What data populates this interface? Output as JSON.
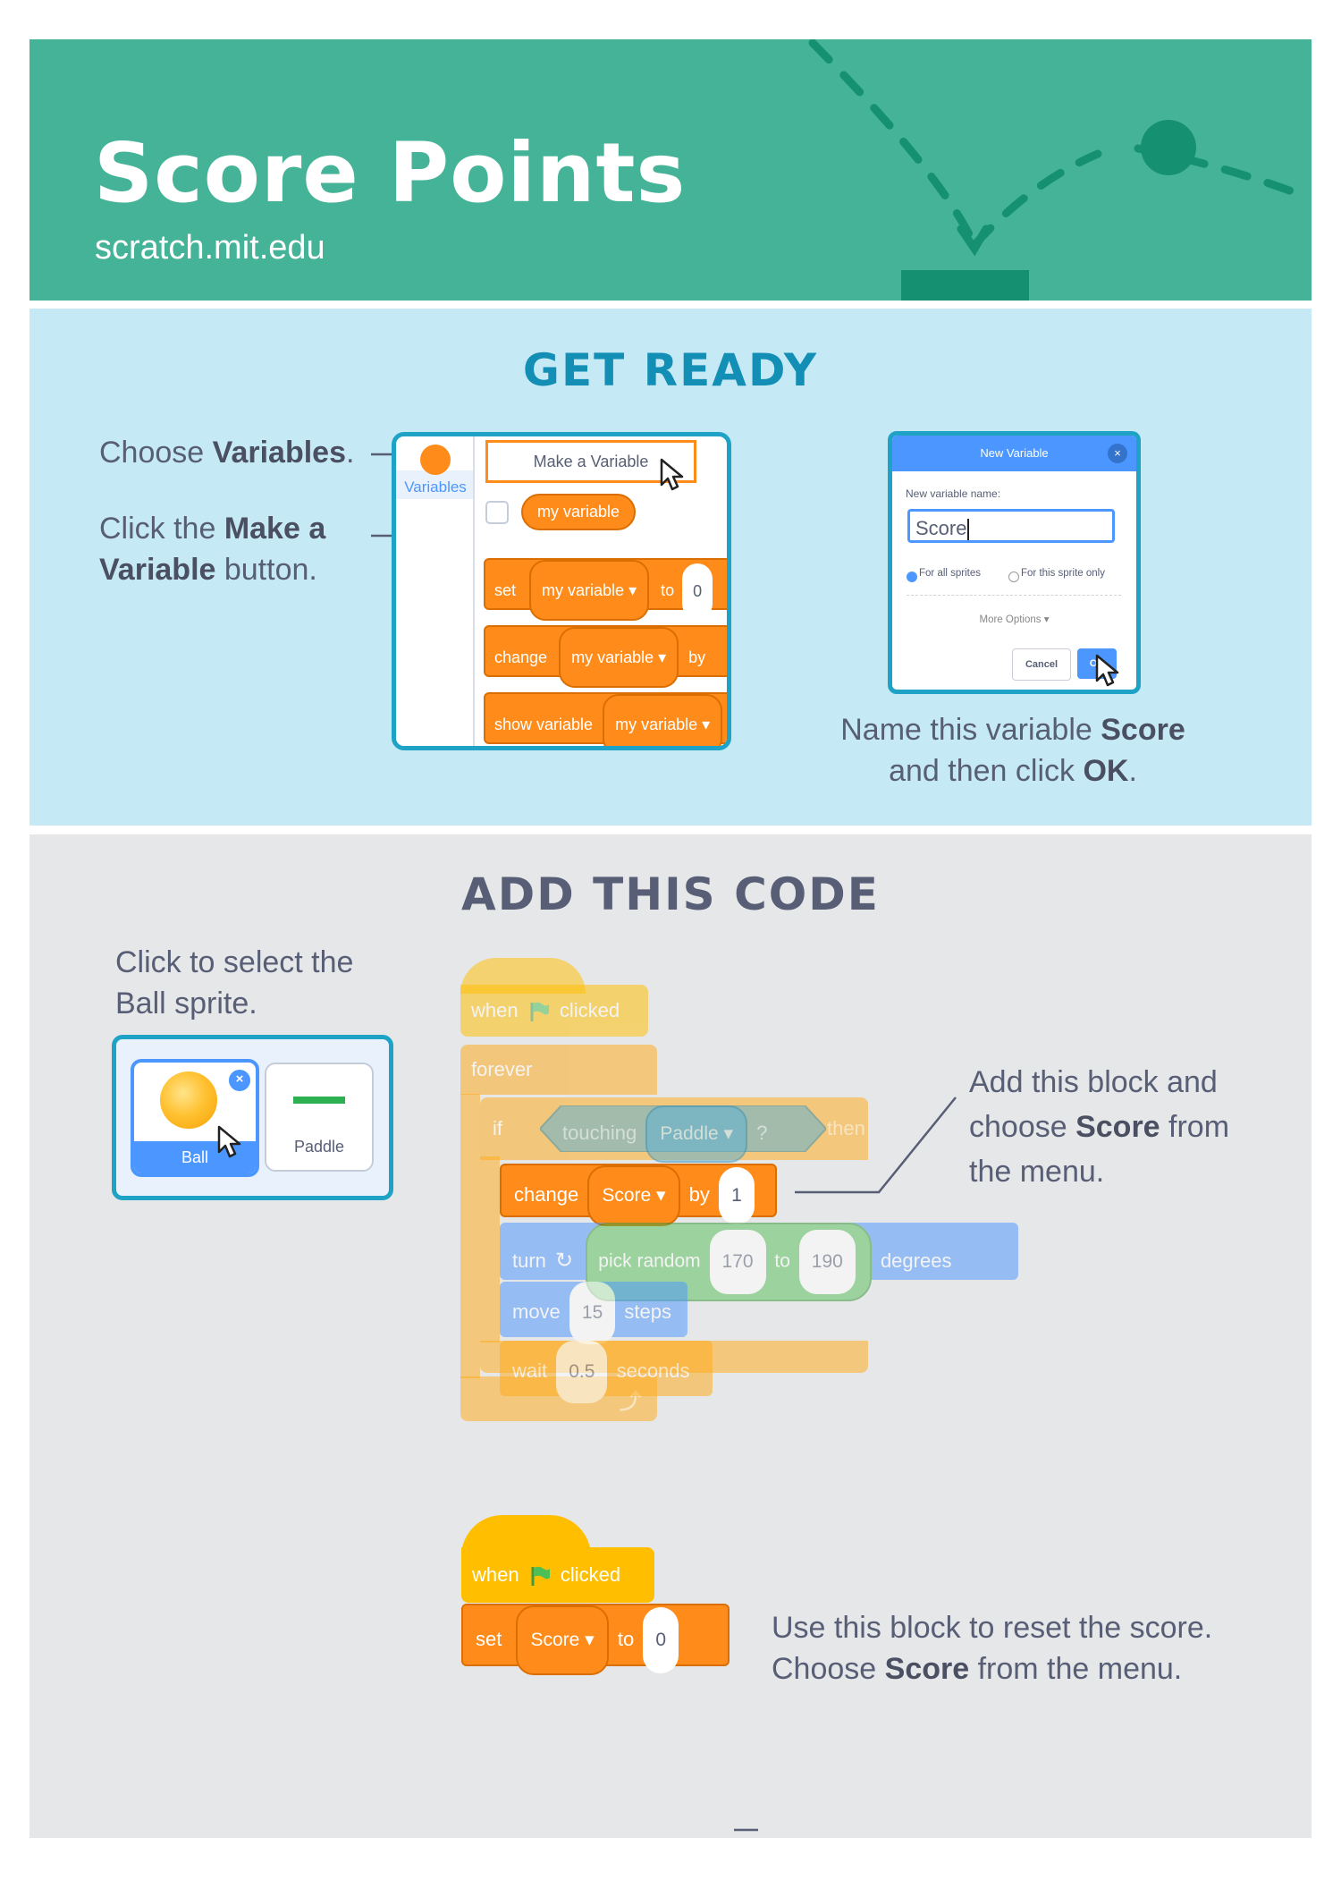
{
  "header": {
    "title": "Score Points",
    "site": "scratch.mit.edu"
  },
  "get_ready": {
    "heading": "GET READY",
    "step1": {
      "prefix": "Choose ",
      "bold": "Variables",
      "suffix": "."
    },
    "step2": {
      "line1_prefix": "Click the ",
      "line1_bold": "Make a",
      "line2_bold": "Variable",
      "line2_suffix": " button."
    },
    "palette": {
      "category": "Variables",
      "make_button": "Make a Variable",
      "reporter": "my variable",
      "blocks": [
        {
          "op": "set",
          "var": "my variable",
          "kw": "to"
        },
        {
          "op": "change",
          "var": "my variable",
          "kw": "by"
        },
        {
          "op": "show variable",
          "var": "my variable"
        }
      ]
    },
    "dialog": {
      "title": "New Variable",
      "close": "×",
      "name_label": "New variable name:",
      "name_value": "Score",
      "opt_all": "For all sprites",
      "opt_this": "For this sprite only",
      "more": "More Options",
      "cancel": "Cancel",
      "ok": "OK"
    },
    "caption": {
      "l1_prefix": "Name this variable ",
      "l1_bold": "Score",
      "l2_prefix": "and then click ",
      "l2_bold": "OK",
      "l2_suffix": "."
    }
  },
  "add_code": {
    "heading": "ADD THIS CODE",
    "select_text": {
      "line1": "Click to select the",
      "line2": "Ball sprite."
    },
    "sprites": [
      {
        "name": "Ball",
        "selected": true
      },
      {
        "name": "Paddle",
        "selected": false
      }
    ],
    "script1": {
      "hat": {
        "when": "when",
        "clicked": "clicked"
      },
      "forever": "forever",
      "if": {
        "if": "if",
        "touching": "touching",
        "target": "Paddle",
        "q": "?",
        "then": "then"
      },
      "change": {
        "op": "change",
        "var": "Score",
        "by": "by",
        "val": "1"
      },
      "turn": {
        "op": "turn",
        "pick": "pick random",
        "from": "170",
        "to": "to",
        "to_val": "190",
        "degrees": "degrees"
      },
      "move": {
        "op": "move",
        "val": "15",
        "steps": "steps"
      },
      "wait": {
        "op": "wait",
        "val": "0.5",
        "seconds": "seconds"
      }
    },
    "callout1": {
      "l1": "Add this block and",
      "l2_prefix": "choose ",
      "l2_bold": "Score",
      "l2_suffix": " from",
      "l3": "the menu."
    },
    "script2": {
      "hat": {
        "when": "when",
        "clicked": "clicked"
      },
      "set": {
        "op": "set",
        "var": "Score",
        "to": "to",
        "val": "0"
      }
    },
    "callout2": {
      "l1": "Use this block to reset the score.",
      "l2_prefix": "Choose ",
      "l2_bold": "Score",
      "l2_suffix": " from the menu."
    }
  },
  "colors": {
    "header_green": "#45b397",
    "get_ready_bg": "#c6e9f6",
    "get_ready_heading": "#138eb4",
    "add_code_bg": "#e6e7e8",
    "variables_orange": "#ff8c1a",
    "events_yellow": "#ffbf00",
    "control_orange": "#ffab19",
    "motion_blue": "#4c97ff",
    "operators_green": "#59c059",
    "sensing_cyan": "#5cb1d6",
    "frame_blue": "#1ea3c7"
  }
}
